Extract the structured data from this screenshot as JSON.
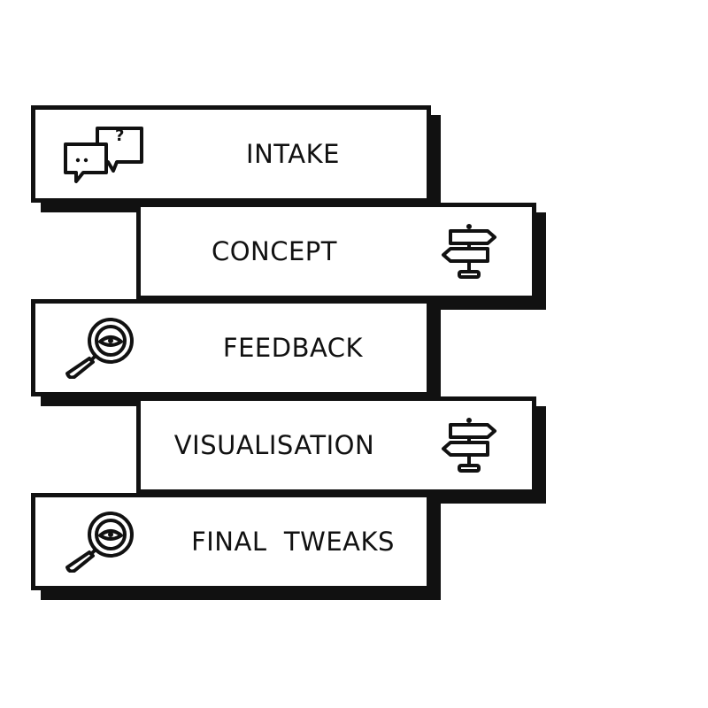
{
  "steps": [
    {
      "label": "INTAKE",
      "icon": "chat-bubbles-icon",
      "side": "left"
    },
    {
      "label": "CONCEPT",
      "icon": "signpost-icon",
      "side": "right"
    },
    {
      "label": "FEEDBACK",
      "icon": "magnifier-eye-icon",
      "side": "left"
    },
    {
      "label": "VISUALISATION",
      "icon": "signpost-icon",
      "side": "right"
    },
    {
      "label": "FINAL  TWEAKS",
      "icon": "magnifier-eye-icon",
      "side": "left"
    }
  ],
  "colors": {
    "ink": "#111111",
    "background": "#ffffff"
  }
}
